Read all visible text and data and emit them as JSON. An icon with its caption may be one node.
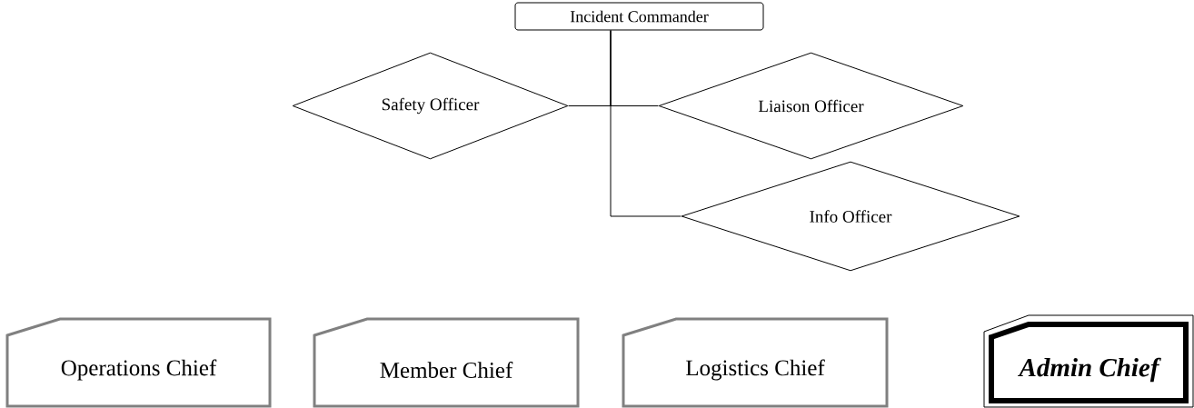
{
  "diagram": {
    "nodes": [
      {
        "text": [
          "Incident Commander"
        ]
      },
      {
        "text": [
          "Safety Officer"
        ]
      },
      {
        "text": [
          "Liaison Officer"
        ]
      },
      {
        "text": [
          "Info Officer"
        ]
      },
      {
        "text": [
          "Operations Chief"
        ]
      },
      {
        "text": [
          "Member Chief"
        ]
      },
      {
        "text": [
          "Logistics Chief"
        ]
      },
      {
        "text": [
          "Admin Chief"
        ]
      }
    ],
    "edges": [
      {
        "from": 0,
        "to": 1,
        "arrow": "none"
      },
      {
        "from": 0,
        "to": 2,
        "arrow": "none"
      },
      {
        "from": 0,
        "to": 3,
        "arrow": "none"
      }
    ]
  }
}
